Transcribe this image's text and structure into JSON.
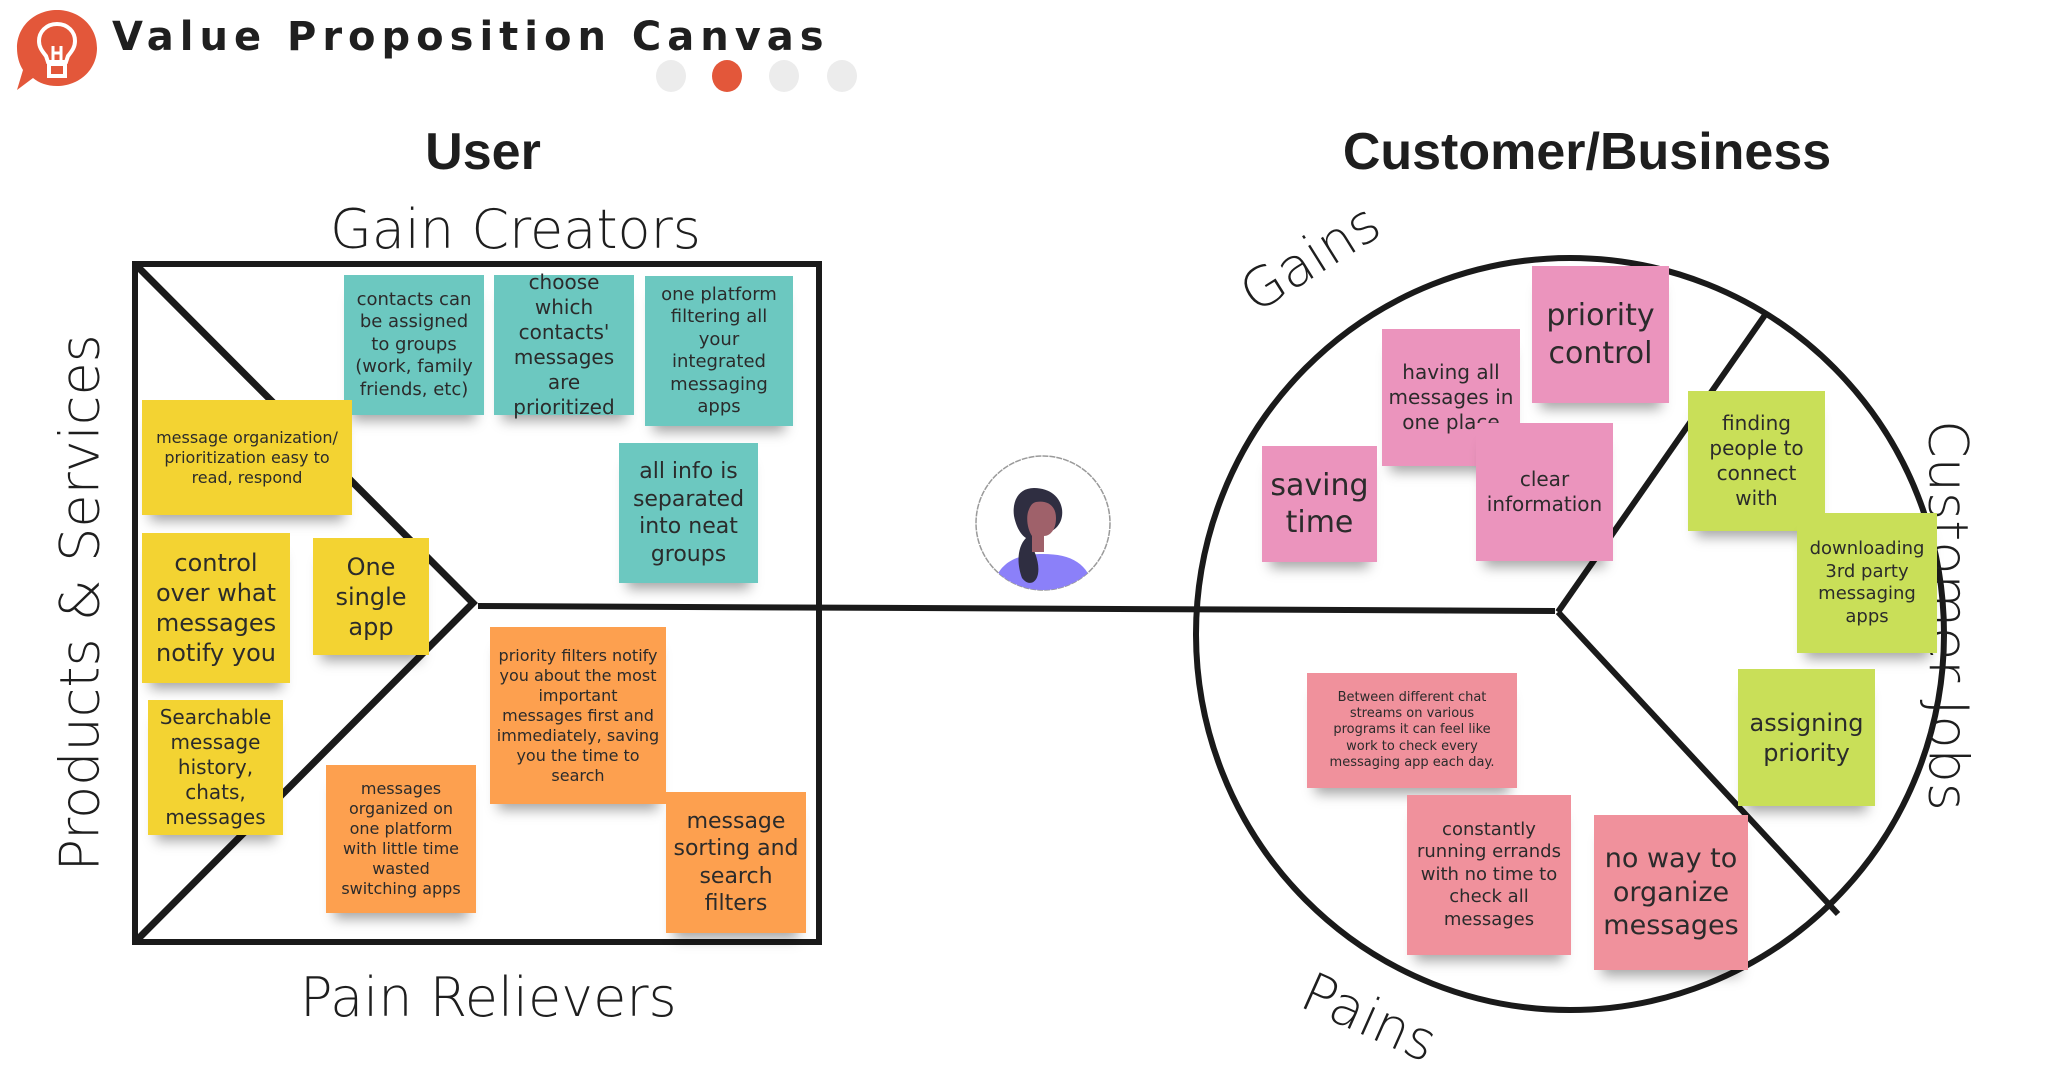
{
  "header": {
    "title": "Value Proposition Canvas",
    "logo_icon": "lightbulb-speech-bubble-icon",
    "brand_color": "#e3573a",
    "pagination": {
      "total": 4,
      "active": 2
    }
  },
  "left": {
    "heading": "User",
    "gain_creators_label": "Gain Creators",
    "pain_relievers_label": "Pain Relievers",
    "products_services_label": "Products & Services",
    "gain_creators": [
      "contacts can be assigned to groups (work, family friends, etc)",
      "choose which contacts' messages are prioritized",
      "one platform filtering all your integrated messaging apps",
      "all info is separated into neat groups"
    ],
    "products_services": [
      "message organization/ prioritization easy to read, respond",
      "control over what messages notify you",
      "One single app",
      "Searchable message history, chats, messages"
    ],
    "pain_relievers": [
      "priority filters notify you about the most important messages first and immediately, saving you the time to search",
      "messages organized on one platform with little time wasted switching apps",
      "message sorting and search filters"
    ]
  },
  "right": {
    "heading": "Customer/Business",
    "gains_label": "Gains",
    "pains_label": "Pains",
    "customer_jobs_label": "Customer Jobs",
    "gains": [
      "priority control",
      "having all messages in one place",
      "saving time",
      "clear information"
    ],
    "customer_jobs": [
      "finding people to connect with",
      "downloading 3rd party messaging apps",
      "assigning priority"
    ],
    "pains": [
      "Between different chat streams on various programs it can feel like work to check every messaging app each day.",
      "constantly running errands with no time to check all messages",
      "no way to organize messages"
    ]
  },
  "avatar": {
    "icon": "user-persona-avatar-icon"
  },
  "colors": {
    "gain_creators": "#6cc8c0",
    "products_services": "#f3d332",
    "pain_relievers": "#fda04f",
    "gains": "#eb94bd",
    "pains": "#f0919c",
    "customer_jobs": "#c9df58"
  }
}
